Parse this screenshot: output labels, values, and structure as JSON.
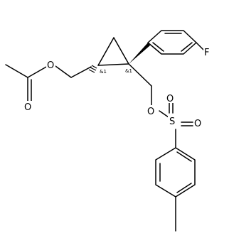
{
  "molecule": {
    "atom_labels": {
      "ester_oxygen": "O",
      "carbonyl_oxygen": "O",
      "fluorine": "F",
      "tosyl_ester_oxygen": "O",
      "sulfur": "S",
      "sulfonyl_oxygen_1": "O",
      "sulfonyl_oxygen_2": "O"
    },
    "stereo_labels": {
      "left_center": "&1",
      "right_center": "&1"
    }
  }
}
